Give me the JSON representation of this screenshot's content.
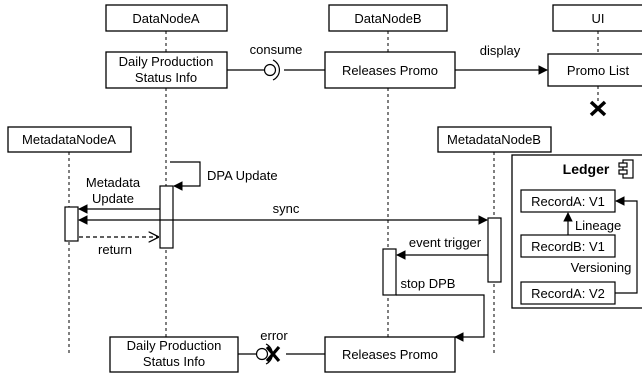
{
  "lifelines": {
    "dataNodeA": "DataNodeA",
    "dataNodeB": "DataNodeB",
    "ui": "UI",
    "metadataNodeA": "MetadataNodeA",
    "metadataNodeB": "MetadataNodeB"
  },
  "boxes": {
    "dailyProductionTop": [
      "Daily Production",
      "Status Info"
    ],
    "releasesPromoTop": "Releases Promo",
    "promoList": "Promo List",
    "dailyProductionBottom": [
      "Daily Production",
      "Status Info"
    ],
    "releasesPromoBottom": "Releases Promo"
  },
  "messages": {
    "consume": "consume",
    "display": "display",
    "dpaUpdate": "DPA Update",
    "metadataUpdate": [
      "Metadata",
      "Update"
    ],
    "sync": "sync",
    "return": "return",
    "eventTrigger": "event trigger",
    "stopDpb": "stop DPB",
    "error": "error"
  },
  "ledger": {
    "title": "Ledger",
    "records": [
      "RecordA: V1",
      "RecordB: V1",
      "RecordA: V2"
    ],
    "lineage": "Lineage",
    "versioning": "Versioning"
  }
}
